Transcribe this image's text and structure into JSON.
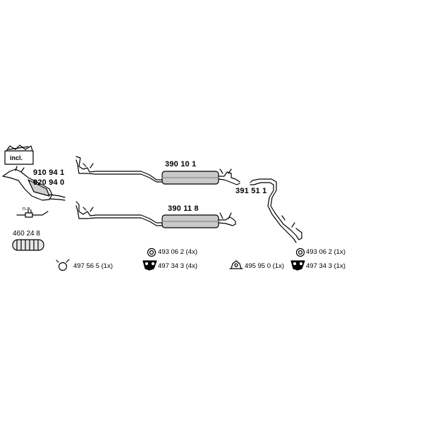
{
  "parts": {
    "catalyst_1": "910 94 1",
    "catalyst_2": "920 94 0",
    "kit_badge": "incl.",
    "not_available": "n.a.",
    "flex_pipe": "460 24 8",
    "middle_silencer_a": "390 10 1",
    "middle_silencer_b": "390 11 8",
    "tail_pipe": "391 51 1"
  },
  "accessories": {
    "clamp": "497 56 5 (1x)",
    "ring_left": "493 06 2 (4x)",
    "rubber_mount_left": "497 34 3 (4x)",
    "hanger": "495 95 0 (1x)",
    "ring_right": "493 06 2 (1x)",
    "rubber_mount_right": "497 34 3 (1x)"
  },
  "icons": [
    "kit-box-icon",
    "catalyst-icon",
    "lambda-sensor-icon",
    "flex-pipe-icon",
    "clamp-icon",
    "ring-icon",
    "rubber-mount-icon",
    "hanger-icon"
  ]
}
